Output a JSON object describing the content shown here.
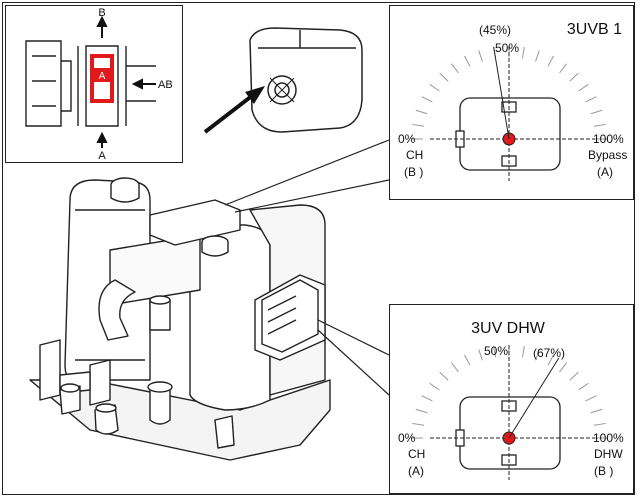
{
  "inset": {
    "port_b": "B",
    "port_a": "A",
    "port_ab": "AB",
    "indicator_letter": "A"
  },
  "valve_3uvb1": {
    "title": "3UVB 1",
    "pct_0": "0%",
    "pct_50": "50%",
    "pct_100": "100%",
    "current": "(45%)",
    "current_value": 45,
    "left_port": "CH",
    "left_code": "(B )",
    "right_port": "Bypass",
    "right_code": "(A)"
  },
  "valve_3uv_dhw": {
    "title": "3UV DHW",
    "pct_0": "0%",
    "pct_50": "50%",
    "pct_100": "100%",
    "current": "(67%)",
    "current_value": 67,
    "left_port": "CH",
    "left_code": "(A)",
    "right_port": "DHW",
    "right_code": "(B )"
  },
  "colors": {
    "indicator": "#e0191b",
    "line": "#222222"
  }
}
